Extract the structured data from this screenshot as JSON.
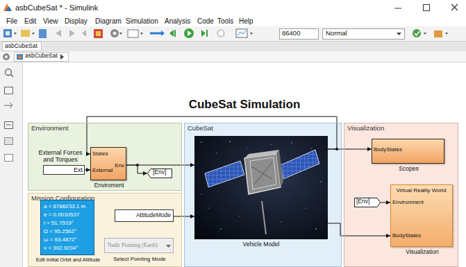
{
  "diagram": {
    "title": "CubeSat Simulation",
    "nodes": [
      {
        "text": [
          "Environment"
        ]
      },
      {
        "text": [
          "External Forces and Torques",
          "Ext"
        ],
        "in": 0
      },
      {
        "text": [
          "States",
          "External",
          "Env",
          "Enviroment"
        ],
        "in": 0
      },
      {
        "text": [
          "[Env]"
        ],
        "in": 0
      },
      {
        "text": [
          "CubeSat"
        ]
      },
      {
        "text": [
          "Vehicle Model"
        ],
        "in": 4
      },
      {
        "text": [
          "Visualization"
        ]
      },
      {
        "text": [
          "BodyStates",
          "Scopes"
        ],
        "in": 6
      },
      {
        "text": [
          "[Env]"
        ],
        "in": 6
      },
      {
        "text": [
          "Virtual Reality World",
          "Environment",
          "BodyStates",
          "Visualization"
        ],
        "in": 6
      },
      {
        "text": [
          "Mission Configuration"
        ]
      },
      {
        "text": [
          "a = 6786233.1 m",
          "e = 0.0010537",
          "i = 51.7519°",
          "Ω = 95.2562°",
          "ω = 93.4872°",
          "ν = 302.9234°",
          "Edit Initial Orbit and Attitude"
        ],
        "in": 10
      },
      {
        "text": [
          "Nadir Pointing (Earth)",
          "Select Pointing Mode"
        ],
        "in": 10
      },
      {
        "text": [
          "AttitudeMode"
        ],
        "in": 10
      }
    ],
    "edges": [
      {
        "from": 1,
        "to": 2,
        "arrow": "to"
      },
      {
        "from": 2,
        "to": 3,
        "arrow": "to"
      },
      {
        "from": 2,
        "to": 5,
        "arrow": "to"
      },
      {
        "from": 5,
        "to": 2,
        "arrow": "to"
      },
      {
        "from": 5,
        "to": 7,
        "arrow": "to"
      },
      {
        "from": 5,
        "to": 9,
        "arrow": "to"
      },
      {
        "from": 13,
        "to": 5,
        "arrow": "to"
      },
      {
        "from": 8,
        "to": 9,
        "arrow": "to"
      }
    ],
    "labels": [
      "asbCubeSat * - Simulink",
      "File",
      "Edit",
      "View",
      "Display",
      "Diagram",
      "Simulation",
      "Analysis",
      "Code",
      "Tools",
      "Help",
      "86400",
      "Normal",
      "asbCubeSat",
      "asbCubeSat"
    ]
  }
}
